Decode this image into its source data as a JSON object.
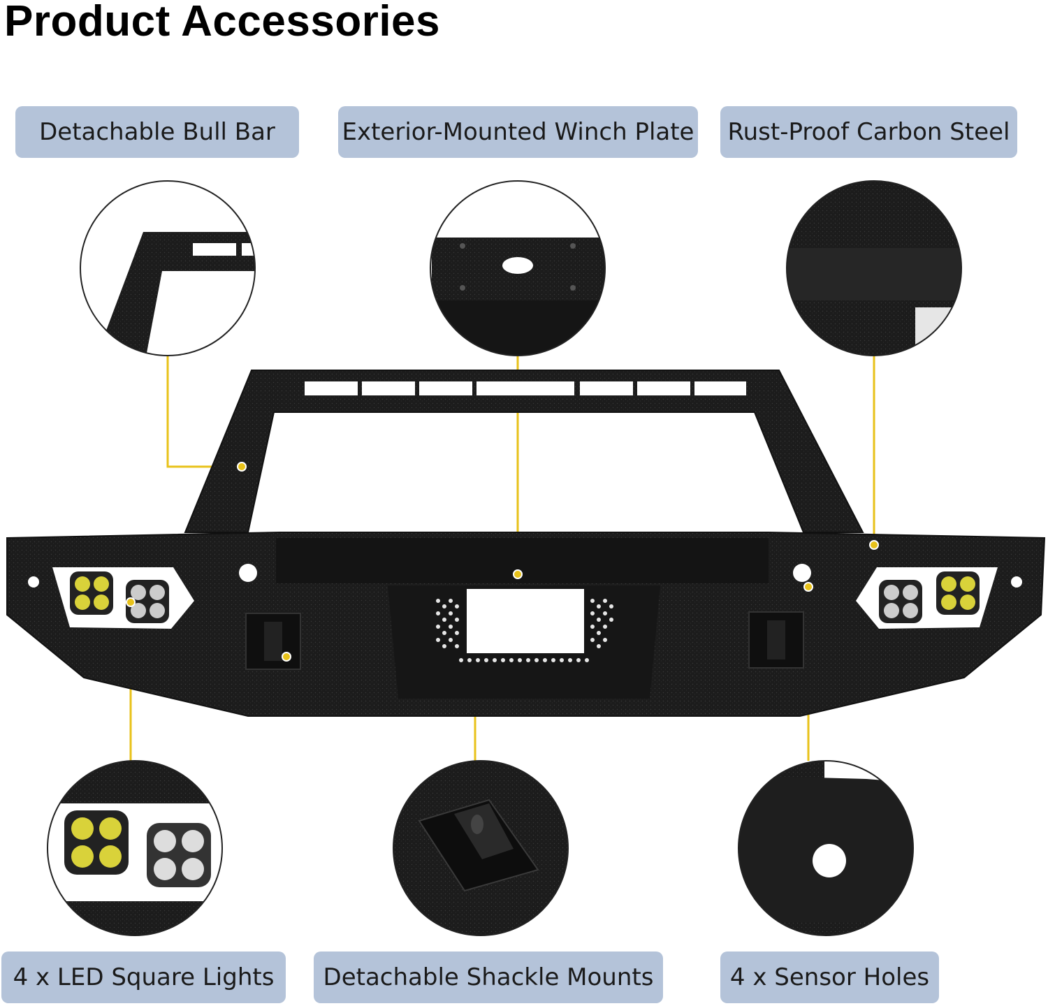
{
  "title": "Product Accessories",
  "labels": {
    "bull_bar": "Detachable Bull Bar",
    "winch_plate": "Exterior-Mounted Winch Plate",
    "carbon_steel": "Rust-Proof Carbon Steel",
    "led_lights": "4 x LED Square Lights",
    "shackle_mounts": "Detachable Shackle Mounts",
    "sensor_holes": "4 x Sensor Holes"
  },
  "colors": {
    "label_bg": "#b4c3d9",
    "callout_line": "#e8c21a",
    "steel": "#1b1b1b",
    "led_yellow": "#d9d23a"
  }
}
